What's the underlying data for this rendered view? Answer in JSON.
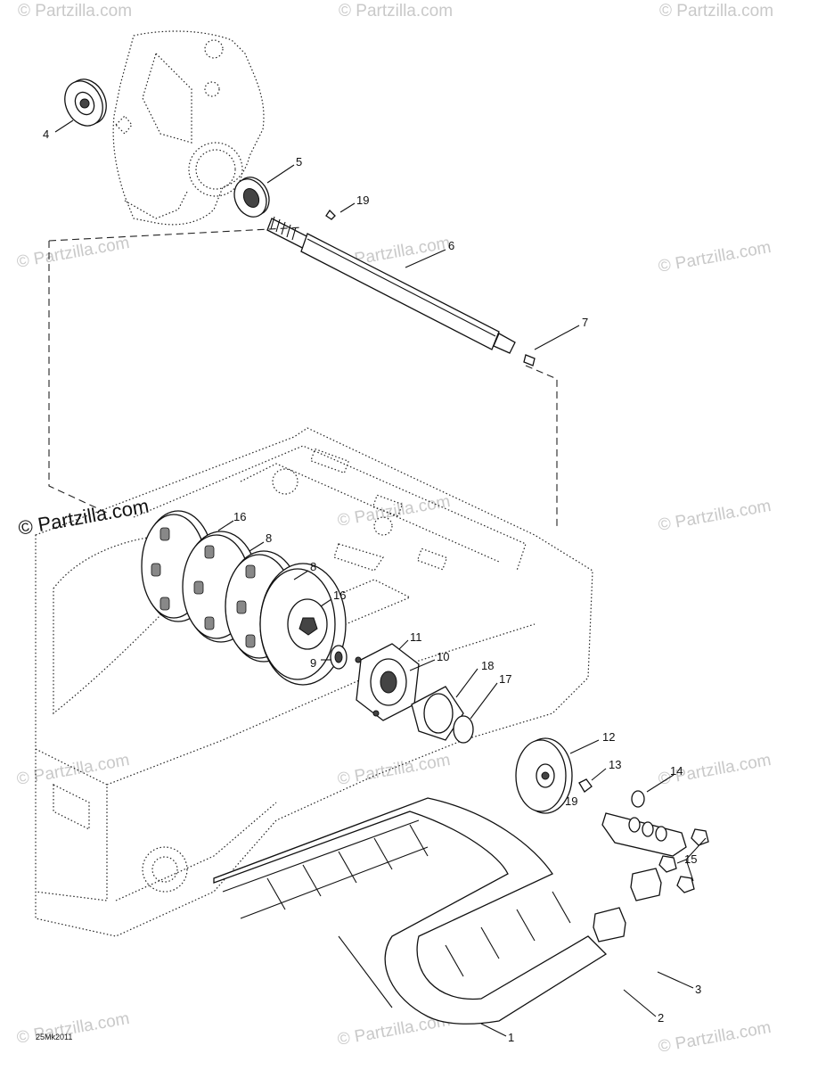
{
  "watermark_text": "© Partzilla.com",
  "featured_watermark_text": "© Partzilla.com",
  "drawing_code": "25Mk2011",
  "callouts": [
    "1",
    "2",
    "3",
    "4",
    "5",
    "6",
    "7",
    "8",
    "8",
    "9",
    "10",
    "11",
    "12",
    "13",
    "14",
    "15",
    "16",
    "16",
    "17",
    "18",
    "19",
    "19"
  ]
}
